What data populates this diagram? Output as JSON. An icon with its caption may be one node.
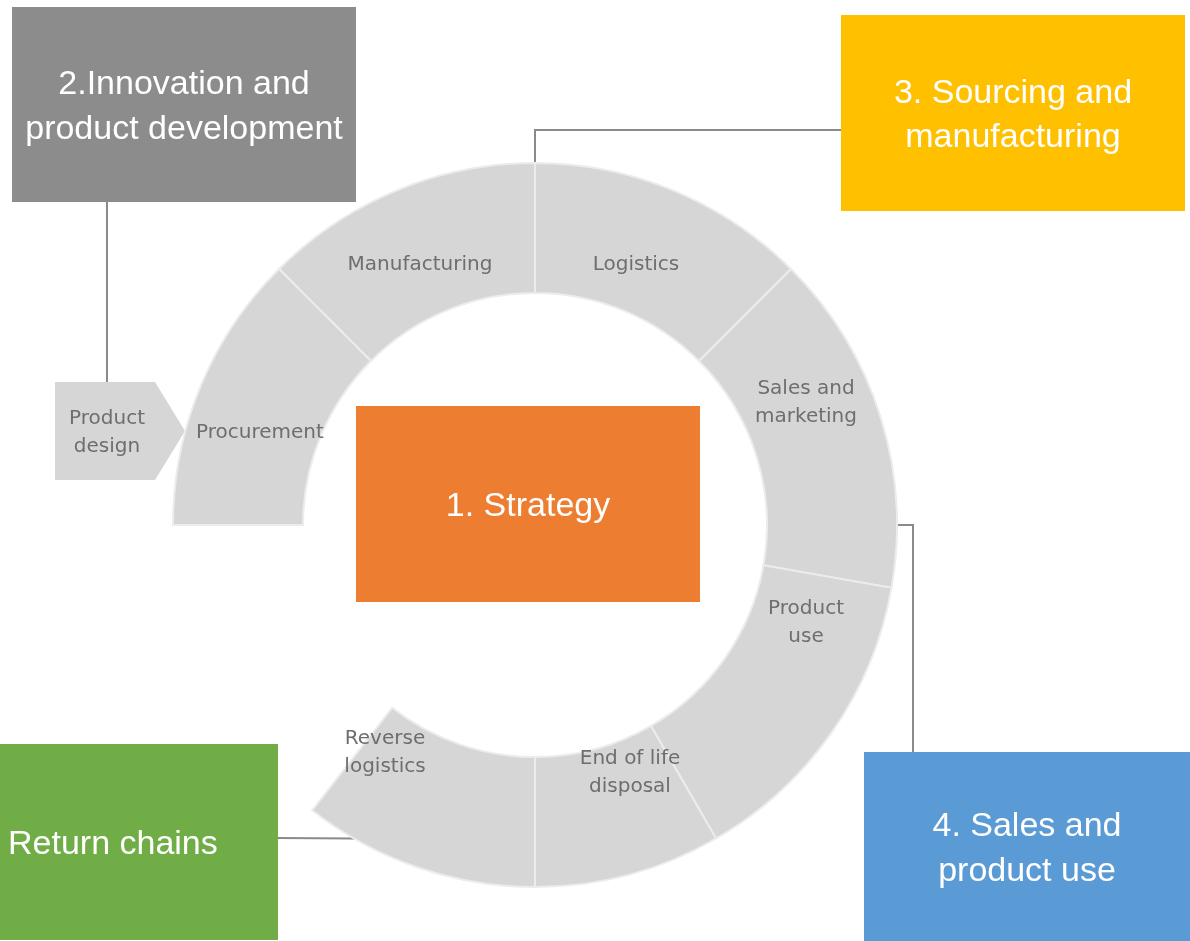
{
  "diagram": {
    "nodes": [
      {
        "text": [
          "2.Innovation and product development"
        ]
      },
      {
        "text": [
          "3. Sourcing and manufacturing"
        ]
      },
      {
        "text": [
          "Manufacturing"
        ]
      },
      {
        "text": [
          "Logistics"
        ]
      },
      {
        "text": [
          "Product design"
        ]
      },
      {
        "text": [
          "Procurement"
        ]
      },
      {
        "text": [
          "Sales and marketing"
        ]
      },
      {
        "text": [
          "1. Strategy"
        ]
      },
      {
        "text": [
          "Product use"
        ]
      },
      {
        "text": [
          "Reverse logistics"
        ]
      },
      {
        "text": [
          "End of life disposal"
        ]
      },
      {
        "text": [
          "Return chains"
        ]
      },
      {
        "text": [
          "4. Sales and product use"
        ]
      }
    ],
    "edges": [
      {
        "from": 0,
        "to": 4,
        "arrow": "none"
      },
      {
        "from": 1,
        "to": 3,
        "arrow": "none"
      },
      {
        "from": 12,
        "to": 6,
        "arrow": "none"
      },
      {
        "from": 11,
        "to": 9,
        "arrow": "none"
      }
    ]
  }
}
